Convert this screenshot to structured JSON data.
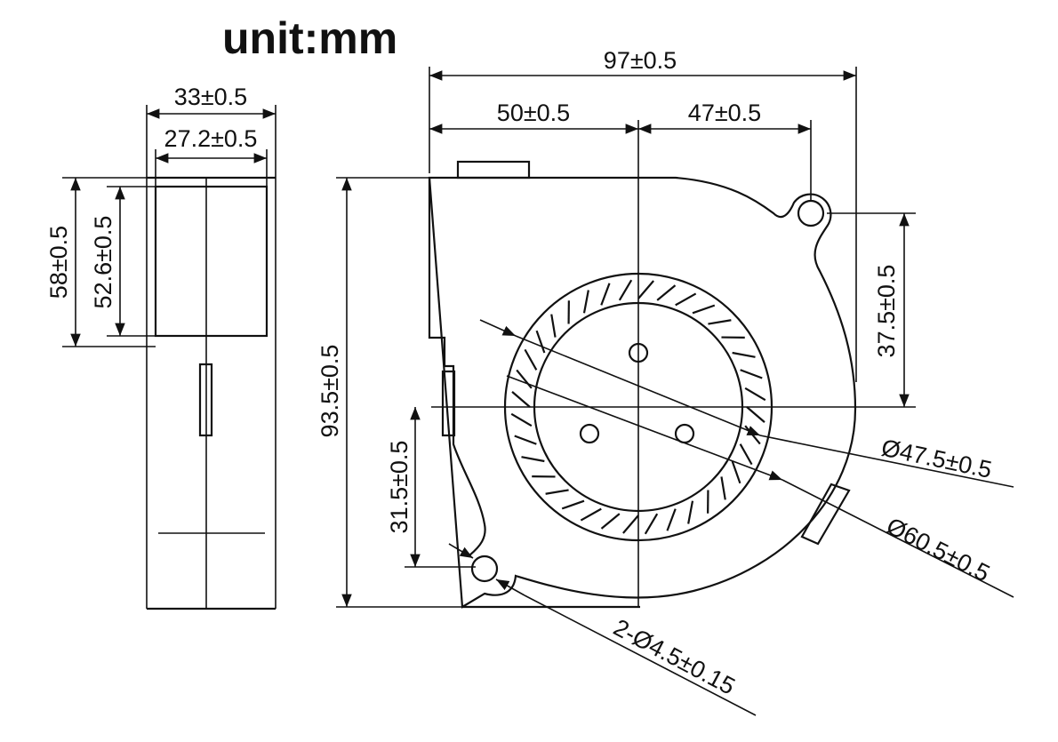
{
  "title": "unit:mm",
  "side_view": {
    "width_outer": "33±0.5",
    "width_inner": "27.2±0.5",
    "height_outer": "58±0.5",
    "height_inner": "52.6±0.5"
  },
  "front_view": {
    "overall_width": "97±0.5",
    "left_to_center": "50±0.5",
    "center_to_hole": "47±0.5",
    "overall_height": "93.5±0.5",
    "hole_to_center_right": "37.5±0.5",
    "center_to_hole_left": "31.5±0.5",
    "inner_diameter": "Ø47.5±0.5",
    "outer_diameter": "Ø60.5±0.5",
    "mount_holes": "2-Ø4.5±0.15"
  }
}
